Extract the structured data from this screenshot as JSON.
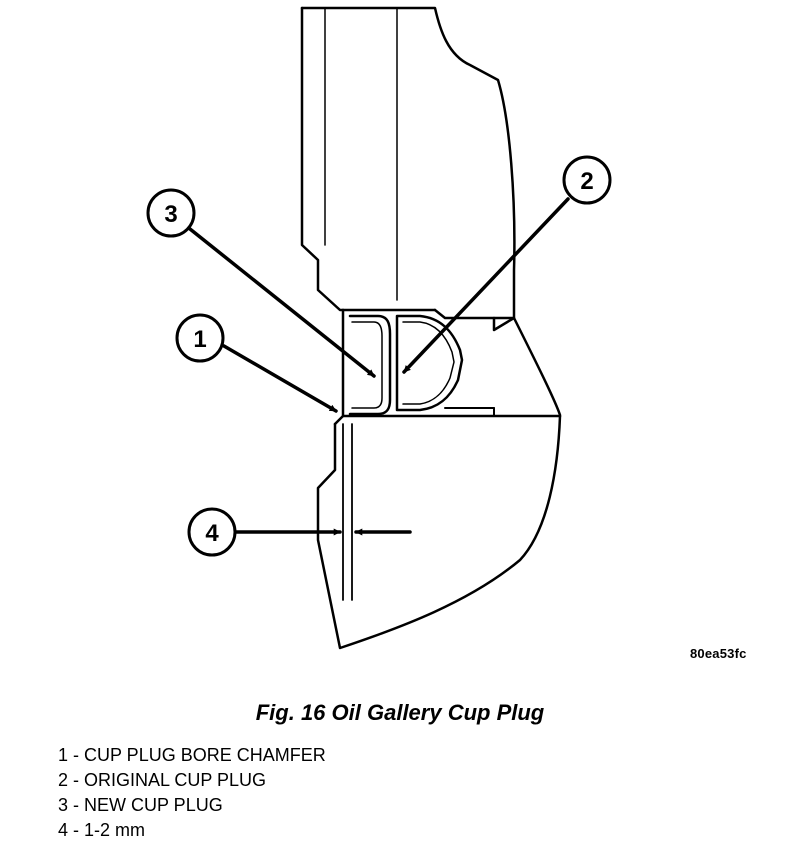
{
  "figure": {
    "id": "80ea53fc",
    "caption": "Fig. 16 Oil Gallery Cup Plug"
  },
  "callouts": [
    {
      "number": "1"
    },
    {
      "number": "2"
    },
    {
      "number": "3"
    },
    {
      "number": "4"
    }
  ],
  "legend": [
    {
      "text": "1 - CUP PLUG BORE CHAMFER"
    },
    {
      "text": "2 - ORIGINAL CUP PLUG"
    },
    {
      "text": "3 - NEW CUP PLUG"
    },
    {
      "text": "4 - 1-2 mm"
    }
  ]
}
